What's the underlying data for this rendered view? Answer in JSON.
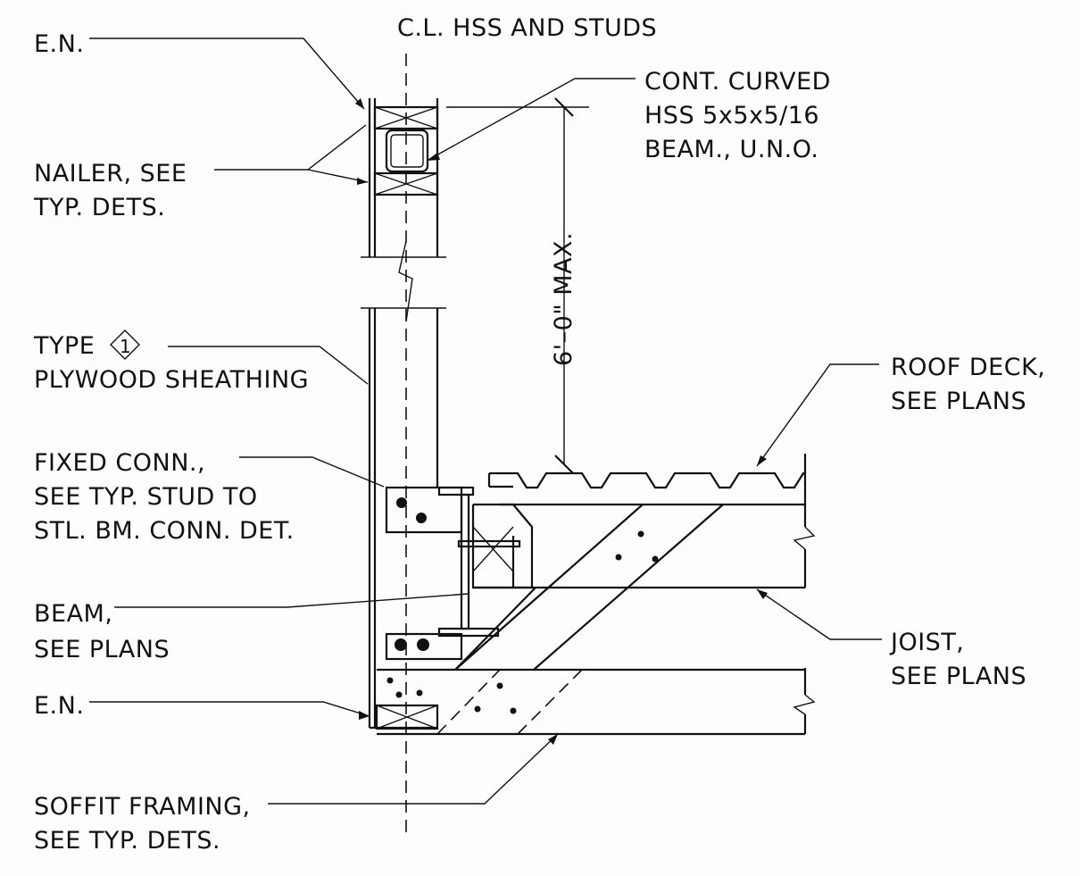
{
  "labels": {
    "centerline": "C.L. HSS AND STUDS",
    "en_top": "E.N.",
    "hss_1": "CONT. CURVED",
    "hss_2": "HSS 5x5x5/16",
    "hss_3": "BEAM., U.N.O.",
    "nailer_1": "NAILER, SEE",
    "nailer_2": "TYP. DETS.",
    "dimension": "6'–0\" MAX.",
    "sheathing_1a": "TYPE",
    "sheathing_tag": "1",
    "sheathing_2": "PLYWOOD SHEATHING",
    "roof_1": "ROOF DECK,",
    "roof_2": "SEE PLANS",
    "fixed_1": "FIXED CONN.,",
    "fixed_2": "SEE TYP. STUD TO",
    "fixed_3": "STL. BM. CONN. DET.",
    "beam_1": "BEAM,",
    "beam_2": "SEE PLANS",
    "joist_1": "JOIST,",
    "joist_2": "SEE PLANS",
    "en_bottom": "E.N.",
    "soffit_1": "SOFFIT FRAMING,",
    "soffit_2": "SEE TYP. DETS."
  }
}
